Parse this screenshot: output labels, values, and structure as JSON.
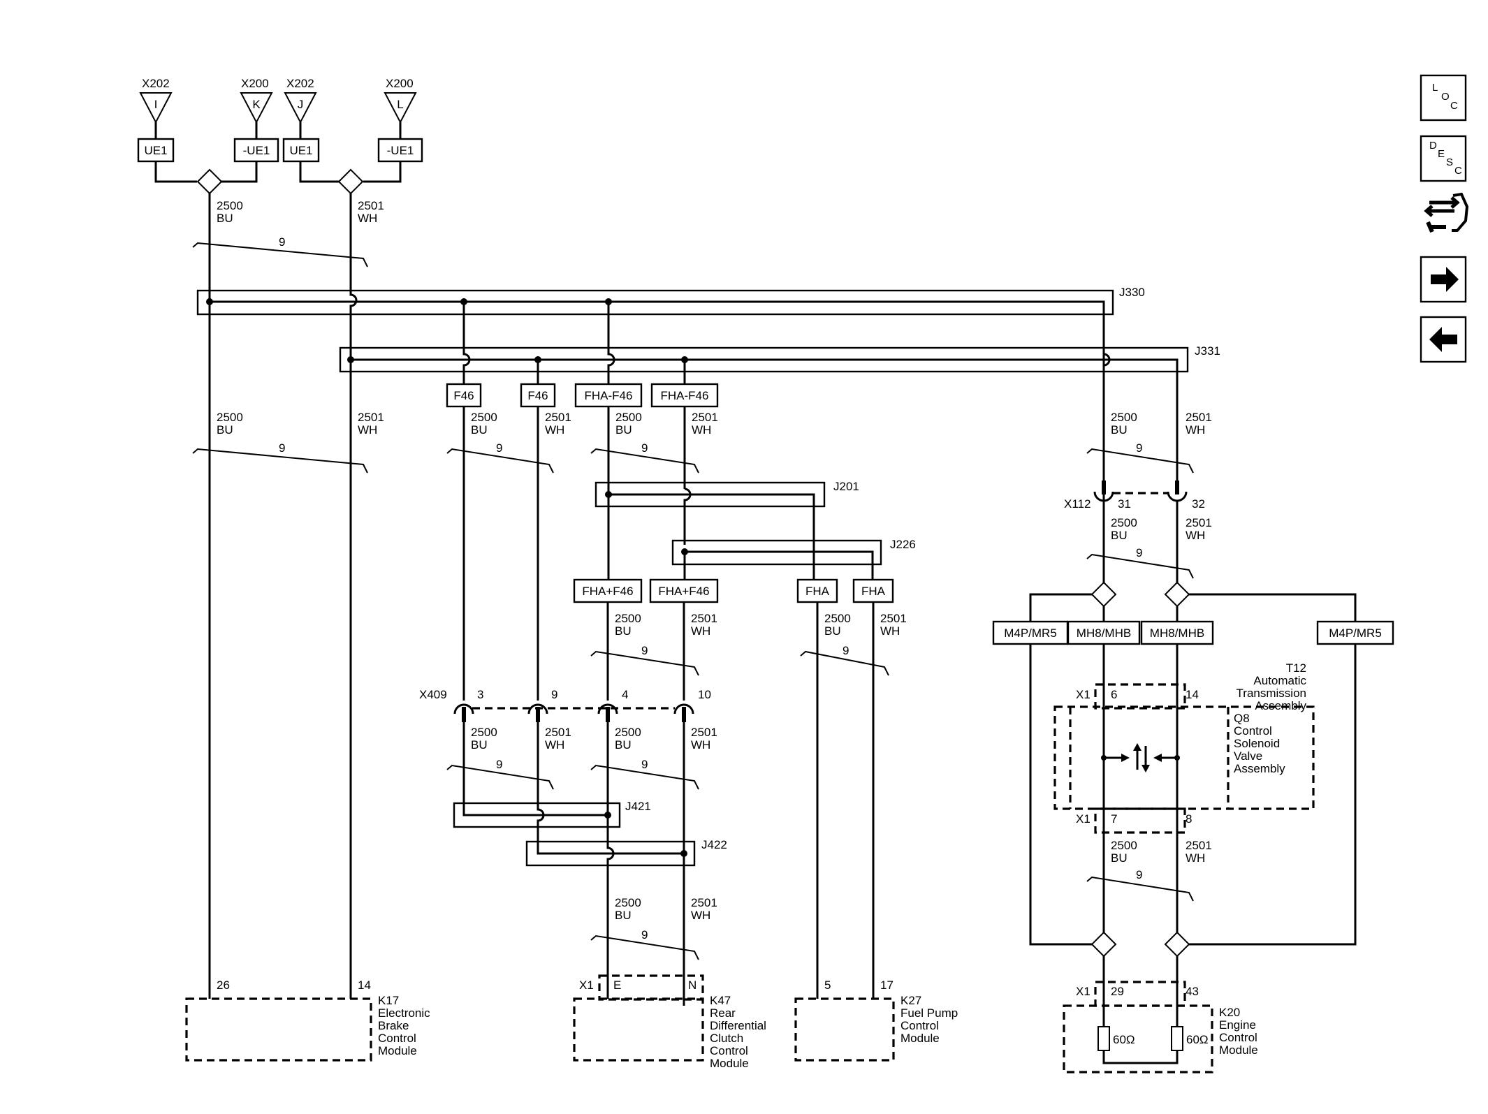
{
  "connectors_top": {
    "c1_id": "X202",
    "c1_pin": "I",
    "c2_id": "X200",
    "c2_pin": "K",
    "c3_id": "X202",
    "c3_pin": "J",
    "c4_id": "X200",
    "c4_pin": "L"
  },
  "options": {
    "ue1": "UE1",
    "not_ue1": "-UE1",
    "f46": "F46",
    "fha_minus_f46": "FHA-F46",
    "fha_plus_f46": "FHA+F46",
    "fha": "FHA",
    "m4p": "M4P/MR5",
    "mh8": "MH8/MHB"
  },
  "wires": {
    "bu_circuit": "2500",
    "bu_color": "BU",
    "wh_circuit": "2501",
    "wh_color": "WH",
    "twist": "9"
  },
  "junctions": {
    "j330": "J330",
    "j331": "J331",
    "j201": "J201",
    "j226": "J226",
    "j421": "J421",
    "j422": "J422"
  },
  "inline_connectors": {
    "x112": "X112",
    "x112_pin_a": "31",
    "x112_pin_b": "32",
    "x409": "X409",
    "x409_pin1": "3",
    "x409_pin2": "9",
    "x409_pin3": "4",
    "x409_pin4": "10"
  },
  "modules": {
    "k17": {
      "pin_a": "26",
      "pin_b": "14",
      "name": [
        "K17",
        "Electronic",
        "Brake",
        "Control",
        "Module"
      ]
    },
    "k47": {
      "conn": "X1",
      "pin_a": "E",
      "pin_b": "N",
      "name": [
        "K47",
        "Rear",
        "Differential",
        "Clutch",
        "Control",
        "Module"
      ]
    },
    "k27": {
      "pin_a": "5",
      "pin_b": "17",
      "name": [
        "K27",
        "Fuel Pump",
        "Control",
        "Module"
      ]
    },
    "t12": {
      "name": [
        "T12",
        "Automatic",
        "Transmission",
        "Assembly"
      ],
      "conn": "X1",
      "pin_top_a": "6",
      "pin_top_b": "14",
      "pin_bot_a": "7",
      "pin_bot_b": "8"
    },
    "q8": {
      "name": [
        "Q8",
        "Control",
        "Solenoid",
        "Valve",
        "Assembly"
      ]
    },
    "k20": {
      "conn": "X1",
      "pin_a": "29",
      "pin_b": "43",
      "res_a": "60Ω",
      "res_b": "60Ω",
      "name": [
        "K20",
        "Engine",
        "Control",
        "Module"
      ]
    }
  },
  "nav": {
    "loc": [
      "L",
      "O",
      "C"
    ],
    "desc": [
      "D",
      "E",
      "S",
      "C"
    ],
    "icons": [
      "connector-tool-icon",
      "arrow-right-icon",
      "arrow-left-icon"
    ]
  }
}
